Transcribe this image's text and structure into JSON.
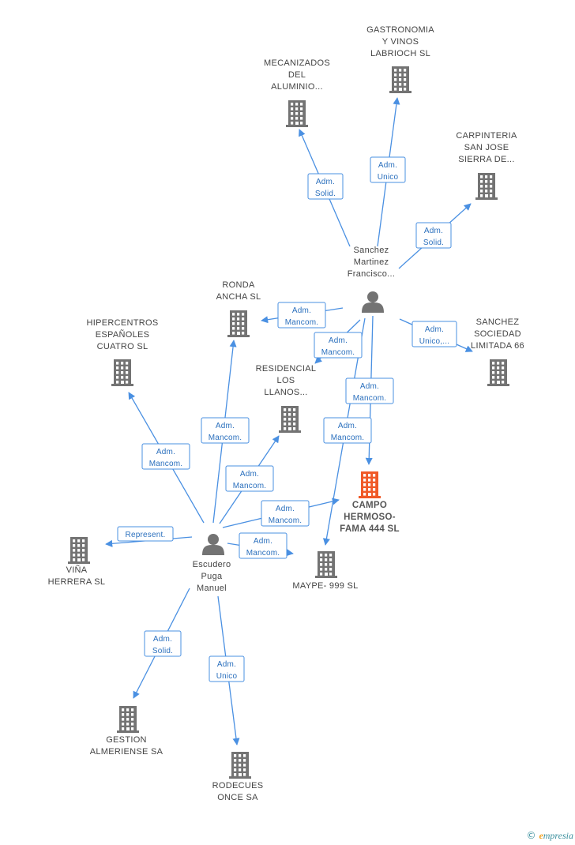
{
  "colors": {
    "edge": "#4a90e2",
    "company": "#737373",
    "main_company": "#f05a28",
    "person": "#737373"
  },
  "nodes": [
    {
      "id": "campo",
      "type": "company-main",
      "label": [
        "CAMPO",
        "HERMOSO-",
        "FAMA 444 SL"
      ]
    },
    {
      "id": "mecanizados",
      "type": "company",
      "label": [
        "MECANIZADOS",
        "DEL",
        "ALUMINIO..."
      ]
    },
    {
      "id": "gastronomia",
      "type": "company",
      "label": [
        "GASTRONOMIA",
        "Y VINOS",
        "LABRIOCH SL"
      ]
    },
    {
      "id": "carpinteria",
      "type": "company",
      "label": [
        "CARPINTERIA",
        "SAN JOSE",
        "SIERRA DE..."
      ]
    },
    {
      "id": "sanchez_person",
      "type": "person",
      "label": [
        "Sanchez",
        "Martinez",
        "Francisco..."
      ]
    },
    {
      "id": "ronda",
      "type": "company",
      "label": [
        "RONDA",
        "ANCHA SL"
      ]
    },
    {
      "id": "hipercentros",
      "type": "company",
      "label": [
        "HIPERCENTROS",
        "ESPAÑOLES",
        "CUATRO SL"
      ]
    },
    {
      "id": "residencial",
      "type": "company",
      "label": [
        "RESIDENCIAL",
        "LOS",
        "LLANOS..."
      ]
    },
    {
      "id": "sanchez_soc",
      "type": "company",
      "label": [
        "SANCHEZ",
        "SOCIEDAD",
        "LIMITADA 66"
      ]
    },
    {
      "id": "vina",
      "type": "company",
      "label": [
        "VIÑA",
        "HERRERA SL"
      ]
    },
    {
      "id": "escudero",
      "type": "person",
      "label": [
        "Escudero",
        "Puga",
        "Manuel"
      ]
    },
    {
      "id": "maype",
      "type": "company",
      "label": [
        "MAYPE- 999 SL"
      ]
    },
    {
      "id": "gestion",
      "type": "company",
      "label": [
        "GESTION",
        "ALMERIENSE SA"
      ]
    },
    {
      "id": "rodecues",
      "type": "company",
      "label": [
        "RODECUES",
        "ONCE SA"
      ]
    }
  ],
  "edges": [
    {
      "from": "sanchez_person",
      "to": "mecanizados",
      "label": [
        "Adm.",
        "Solid."
      ]
    },
    {
      "from": "sanchez_person",
      "to": "gastronomia",
      "label": [
        "Adm.",
        "Unico"
      ]
    },
    {
      "from": "sanchez_person",
      "to": "carpinteria",
      "label": [
        "Adm.",
        "Solid."
      ]
    },
    {
      "from": "sanchez_person",
      "to": "ronda",
      "label": [
        "Adm.",
        "Mancom."
      ]
    },
    {
      "from": "sanchez_person",
      "to": "residencial",
      "label": [
        "Adm.",
        "Mancom."
      ]
    },
    {
      "from": "sanchez_person",
      "to": "sanchez_soc",
      "label": [
        "Adm.",
        "Unico,..."
      ]
    },
    {
      "from": "sanchez_person",
      "to": "campo",
      "label": [
        "Adm.",
        "Mancom."
      ]
    },
    {
      "from": "sanchez_person",
      "to": "maype",
      "label": [
        "Adm.",
        "Mancom."
      ]
    },
    {
      "from": "escudero",
      "to": "hipercentros",
      "label": [
        "Adm.",
        "Mancom."
      ]
    },
    {
      "from": "escudero",
      "to": "ronda",
      "label": [
        "Adm.",
        "Mancom."
      ]
    },
    {
      "from": "escudero",
      "to": "residencial",
      "label": [
        "Adm.",
        "Mancom."
      ]
    },
    {
      "from": "escudero",
      "to": "campo",
      "label": [
        "Adm.",
        "Mancom."
      ]
    },
    {
      "from": "escudero",
      "to": "maype",
      "label": [
        "Adm.",
        "Mancom."
      ]
    },
    {
      "from": "escudero",
      "to": "vina",
      "label": [
        "Represent."
      ]
    },
    {
      "from": "escudero",
      "to": "gestion",
      "label": [
        "Adm.",
        "Solid."
      ]
    },
    {
      "from": "escudero",
      "to": "rodecues",
      "label": [
        "Adm.",
        "Unico"
      ]
    }
  ],
  "brand": {
    "copyright": "©",
    "name_first": "e",
    "name_rest": "mpresia"
  }
}
